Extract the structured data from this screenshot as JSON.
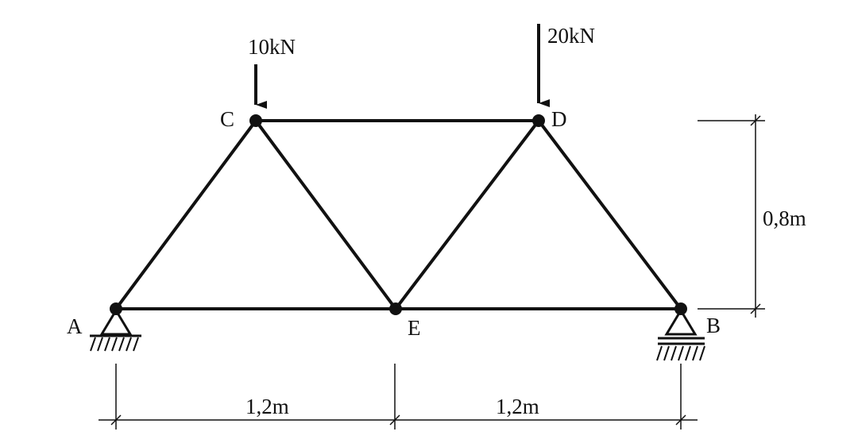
{
  "nodes": [
    {
      "id": "A",
      "label": "A"
    },
    {
      "id": "B",
      "label": "B"
    },
    {
      "id": "C",
      "label": "C"
    },
    {
      "id": "D",
      "label": "D"
    },
    {
      "id": "E",
      "label": "E"
    }
  ],
  "members": [
    [
      "A",
      "E"
    ],
    [
      "E",
      "B"
    ],
    [
      "C",
      "D"
    ],
    [
      "A",
      "C"
    ],
    [
      "C",
      "E"
    ],
    [
      "E",
      "D"
    ],
    [
      "D",
      "B"
    ]
  ],
  "loads": [
    {
      "node": "C",
      "label": "10kN",
      "magnitude_kN": 10,
      "direction": "down"
    },
    {
      "node": "D",
      "label": "20kN",
      "magnitude_kN": 20,
      "direction": "down"
    }
  ],
  "supports": [
    {
      "node": "A",
      "type": "pin"
    },
    {
      "node": "B",
      "type": "roller"
    }
  ],
  "dimensions": [
    {
      "id": "span-left",
      "label": "1,2m",
      "value_m": 1.2
    },
    {
      "id": "span-right",
      "label": "1,2m",
      "value_m": 1.2
    },
    {
      "id": "height",
      "label": "0,8m",
      "value_m": 0.8
    }
  ]
}
